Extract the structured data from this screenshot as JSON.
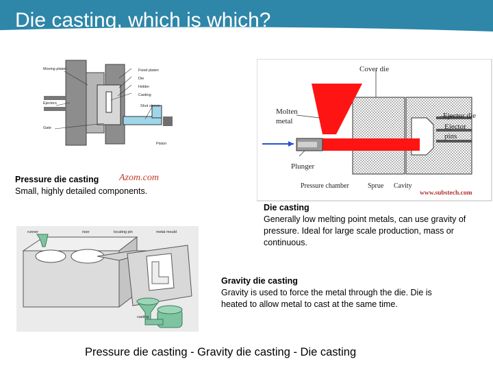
{
  "slide": {
    "title": "Die casting, which is which?",
    "footer": "Pressure die casting  -  Gravity die casting  -  Die casting",
    "header_color": "#2e86a8"
  },
  "pressure_section": {
    "heading": "Pressure die casting",
    "body": "Small, highly detailed components.",
    "watermark": "Azom.com",
    "figure_labels": [
      "Fixed platen",
      "Die",
      "Holder",
      "Casting",
      "Moving platen",
      "Ejectors",
      "Shot sleeve",
      "Gate",
      "Piston"
    ]
  },
  "die_section": {
    "heading": "Die casting",
    "body": "Generally low melting point metals, can use gravity of pressure. Ideal for large scale production, mass or continuous.",
    "figure_labels": {
      "cover_die": "Cover die",
      "molten_metal_1": "Molten",
      "molten_metal_2": "metal",
      "ejector_die": "Ejector die",
      "ejector_pins_1": "Ejector",
      "ejector_pins_2": "pins",
      "plunger": "Plunger",
      "pressure_chamber": "Pressure chamber",
      "sprue": "Sprue",
      "cavity": "Cavity",
      "source": "www.substech.com"
    }
  },
  "gravity_section": {
    "heading": "Gravity die casting",
    "body": "Gravity is used to force the metal through the die. Die is heated to allow metal to cast at the same time.",
    "figure_labels": [
      "runner",
      "riser",
      "locating pin",
      "metal mould",
      "casting"
    ]
  }
}
